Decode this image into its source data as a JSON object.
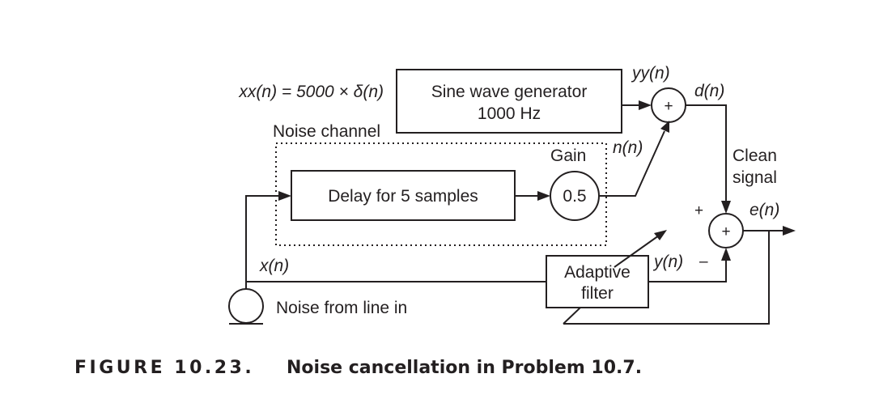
{
  "diagram": {
    "input_expression": "xx(n) = 5000 × δ(n)",
    "sine_block": {
      "line1": "Sine wave generator",
      "line2": "1000 Hz"
    },
    "noise_channel_label": "Noise channel",
    "gain_label": "Gain",
    "gain_value": "0.5",
    "delay_block": "Delay for 5 samples",
    "adaptive_block": {
      "line1": "Adaptive",
      "line2": "filter"
    },
    "noise_source_label": "Noise from line in",
    "signals": {
      "yy": "yy(n)",
      "d": "d(n)",
      "n": "n(n)",
      "x": "x(n)",
      "y": "y(n)",
      "e": "e(n)"
    },
    "clean_signal": {
      "line1": "Clean",
      "line2": "signal"
    },
    "summer_symbol": "+",
    "plus_sign": "+",
    "minus_sign": "–"
  },
  "caption": {
    "number": "FIGURE 10.23.",
    "text": "Noise cancellation in Problem 10.7."
  }
}
